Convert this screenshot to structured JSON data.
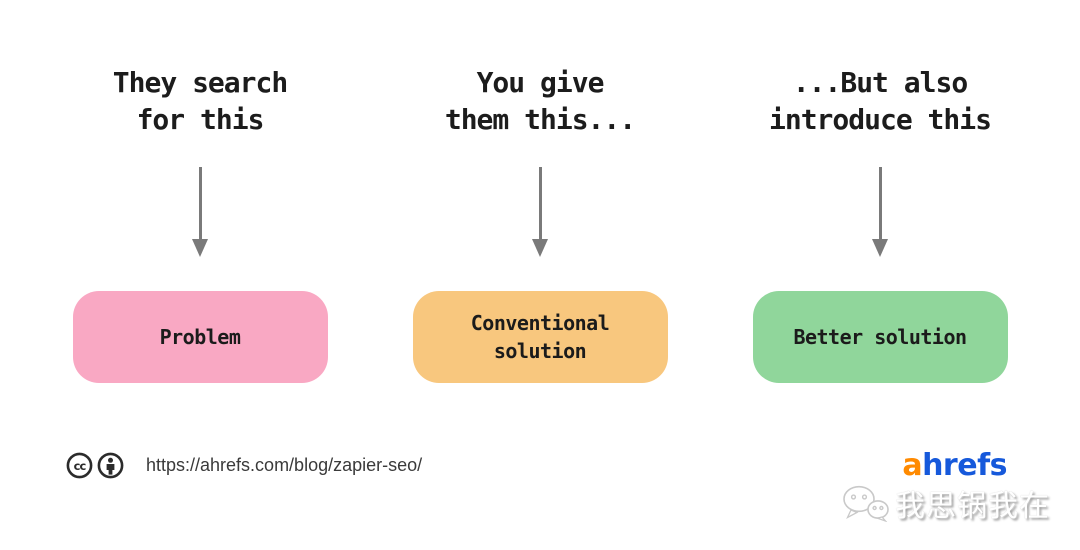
{
  "page": {
    "background": "#ffffff"
  },
  "columns": [
    {
      "heading": "They search\nfor this",
      "box_label": "Problem",
      "box_color": "#F9A8C3"
    },
    {
      "heading": "You give\nthem this...",
      "box_label": "Conventional\nsolution",
      "box_color": "#F8C77E"
    },
    {
      "heading": "...But also\nintroduce this",
      "box_label": "Better solution",
      "box_color": "#90D69B"
    }
  ],
  "arrow": {
    "color": "#7A7A7A"
  },
  "footer": {
    "icons": [
      "cc-icon",
      "cc-attribution-icon"
    ],
    "url": "https://ahrefs.com/blog/zapier-seo/"
  },
  "branding": {
    "logo_prefix": "a",
    "logo_suffix": "hrefs",
    "prefix_color": "#FF8A00",
    "suffix_color": "#1659DB"
  },
  "watermark": {
    "icon": "wechat-icon",
    "text": "我思锅我在"
  }
}
